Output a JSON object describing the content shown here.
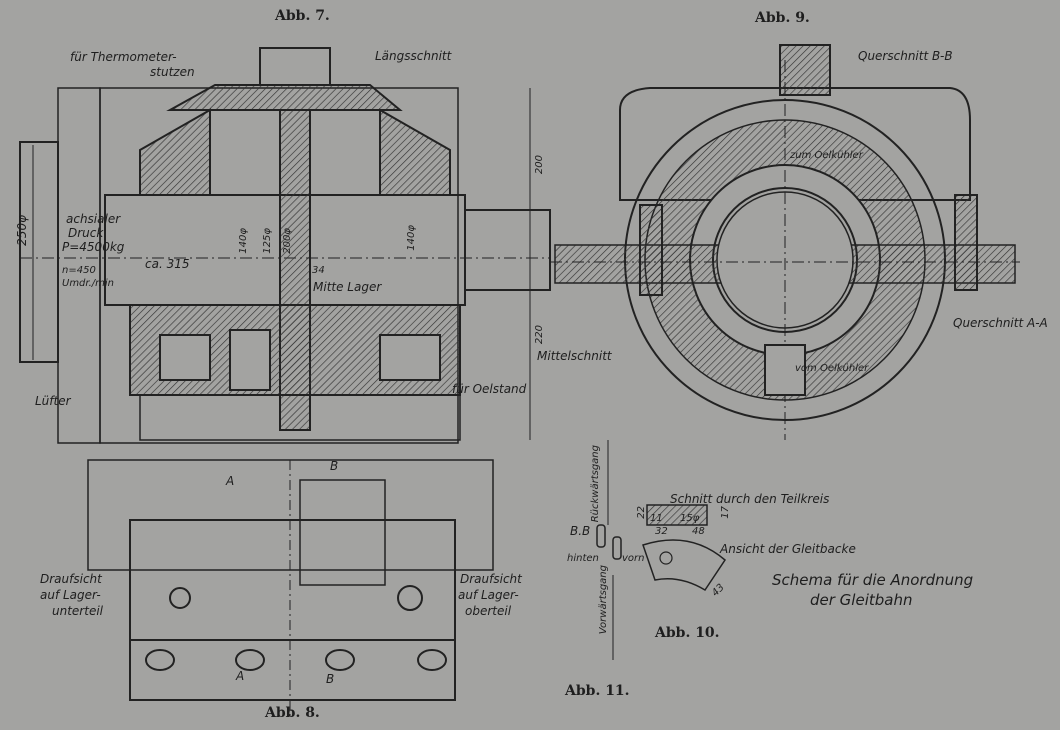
{
  "captions": {
    "abb7": "Abb. 7.",
    "abb8": "Abb. 8.",
    "abb9": "Abb. 9.",
    "abb10": "Abb. 10.",
    "abb11": "Abb. 11."
  },
  "abb7": {
    "thermometer": "für Thermometer-",
    "thermometer2": "stutzen",
    "laengsschnitt": "Längsschnitt",
    "axial1": "achsialer",
    "axial2": "Druck",
    "axial3": "P=4500kg",
    "rpm1": "n=450",
    "rpm2": "Umdr./min",
    "dia250": "250φ",
    "ca315": "ca. 315",
    "d140a": "140φ",
    "d125": "125φ",
    "d200": "200φ",
    "d34": "34",
    "mitte_lager": "Mitte Lager",
    "d140b": "140φ",
    "h200": "200",
    "h220": "220",
    "luefter": "Lüfter",
    "oelstand": "für Oelstand"
  },
  "abb8": {
    "left1": "Draufsicht",
    "left2": "auf Lager-",
    "left3": "unterteil",
    "right1": "Draufsicht",
    "right2": "auf Lager-",
    "right3": "oberteil",
    "a_top": "A",
    "b_top": "B",
    "a_bot": "A",
    "b_bot": "B"
  },
  "abb9": {
    "querschnitt_bb": "Querschnitt B-B",
    "zum_oelkuehler": "zum Oelkühler",
    "querschnitt_aa": "Querschnitt A-A",
    "mittelschnitt": "Mittelschnitt",
    "vom_oelkuehler": "vom Oelkühler"
  },
  "abb10": {
    "schnitt": "Schnitt durch den Teilkreis",
    "d22": "22",
    "d11": "11",
    "d15": "15φ",
    "d17": "17",
    "d32": "32",
    "d48": "48",
    "ansicht": "Ansicht der Gleitbacke",
    "d43": "43"
  },
  "abb11": {
    "rueckwaerts": "Rückwärtsgang",
    "vorwaerts": "Vorwärtsgang",
    "bb": "B.B",
    "hinten": "hinten",
    "vorn": "vorn"
  },
  "schema1": "Schema für die Anordnung",
  "schema2": "der Gleitbahn"
}
